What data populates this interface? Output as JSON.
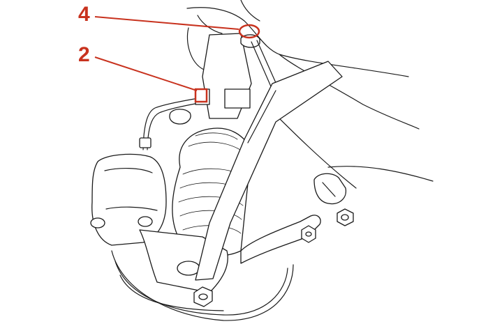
{
  "diagram": {
    "callouts": [
      {
        "id": "4",
        "label": "4"
      },
      {
        "id": "2",
        "label": "2"
      }
    ],
    "colors": {
      "callout": "#c8321e",
      "line_art": "#1a1a1a",
      "background": "#ffffff"
    }
  }
}
